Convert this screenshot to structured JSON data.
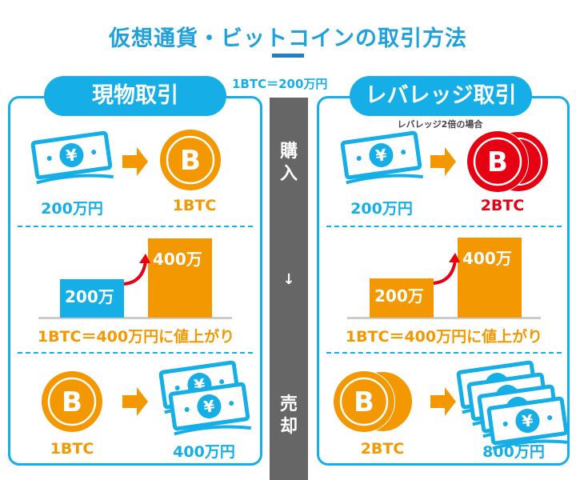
{
  "title": "仮想通貨・ビットコインの取引方法",
  "rate_label": "1BTC＝200万円",
  "center": {
    "buy": [
      "購",
      "入"
    ],
    "arrow": "↓",
    "sell": [
      "売",
      "却"
    ]
  },
  "colors": {
    "blue": "#15aee6",
    "orange": "#f39800",
    "red": "#e60012",
    "gray": "#666666"
  },
  "left": {
    "heading": "現物取引",
    "buy": {
      "from": "200万円",
      "to": "1BTC"
    },
    "chart": {
      "before": "200万",
      "after": "400万"
    },
    "rise": "1BTC＝400万円に値上がり",
    "sell": {
      "from": "1BTC",
      "to": "400万円"
    }
  },
  "right": {
    "heading": "レバレッジ取引",
    "note": "レバレッジ2倍の場合",
    "buy": {
      "from": "200万円",
      "to": "2BTC"
    },
    "chart": {
      "before": "200万",
      "after": "400万"
    },
    "rise": "1BTC＝400万円に値上がり",
    "sell": {
      "from": "2BTC",
      "to": "800万円"
    }
  }
}
